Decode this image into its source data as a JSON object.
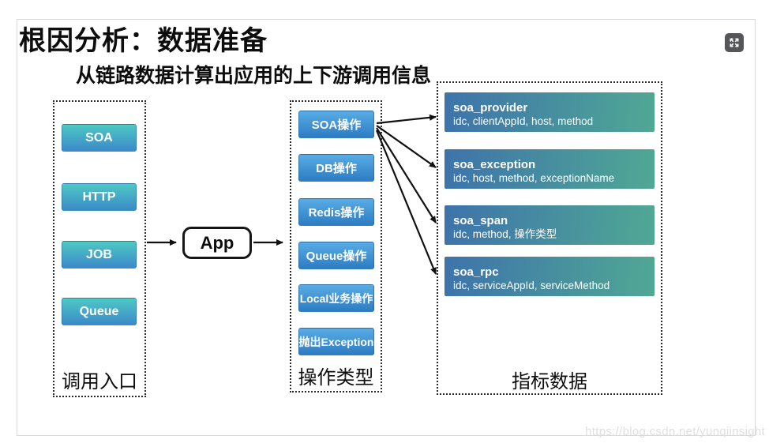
{
  "slide": {
    "title": "根因分析：数据准备",
    "subtitle": "从链路数据计算出应用的上下游调用信息"
  },
  "diagram": {
    "entry_group": {
      "label": "调用入口",
      "items": [
        "SOA",
        "HTTP",
        "JOB",
        "Queue"
      ]
    },
    "app_node": {
      "label": "App"
    },
    "operation_group": {
      "label": "操作类型",
      "items": [
        "SOA操作",
        "DB操作",
        "Redis操作",
        "Queue操作",
        "Local业务操作",
        "抛出Exception"
      ]
    },
    "metric_group": {
      "label": "指标数据",
      "items": [
        {
          "name": "soa_provider",
          "fields": "idc, clientAppId, host, method"
        },
        {
          "name": "soa_exception",
          "fields": "idc, host, method, exceptionName"
        },
        {
          "name": "soa_span",
          "fields": "idc, method, 操作类型"
        },
        {
          "name": "soa_rpc",
          "fields": "idc, serviceAppId, serviceMethod"
        }
      ]
    }
  },
  "watermark": "https://blog.csdn.net/yunqiinsight",
  "colors": {
    "entry_box_gradient_top": "#4ec9c4",
    "entry_box_gradient_bottom": "#3b89c9",
    "operation_box_gradient_top": "#59ace4",
    "operation_box_gradient_bottom": "#2d7cc4",
    "metric_box_gradient_left": "#3d73ab",
    "metric_box_gradient_right": "#50a894",
    "arrow": "#111111",
    "expand_button_bg": "#55565a",
    "watermark_text": "#dfe0e2",
    "slide_border": "#d9d9d9"
  }
}
